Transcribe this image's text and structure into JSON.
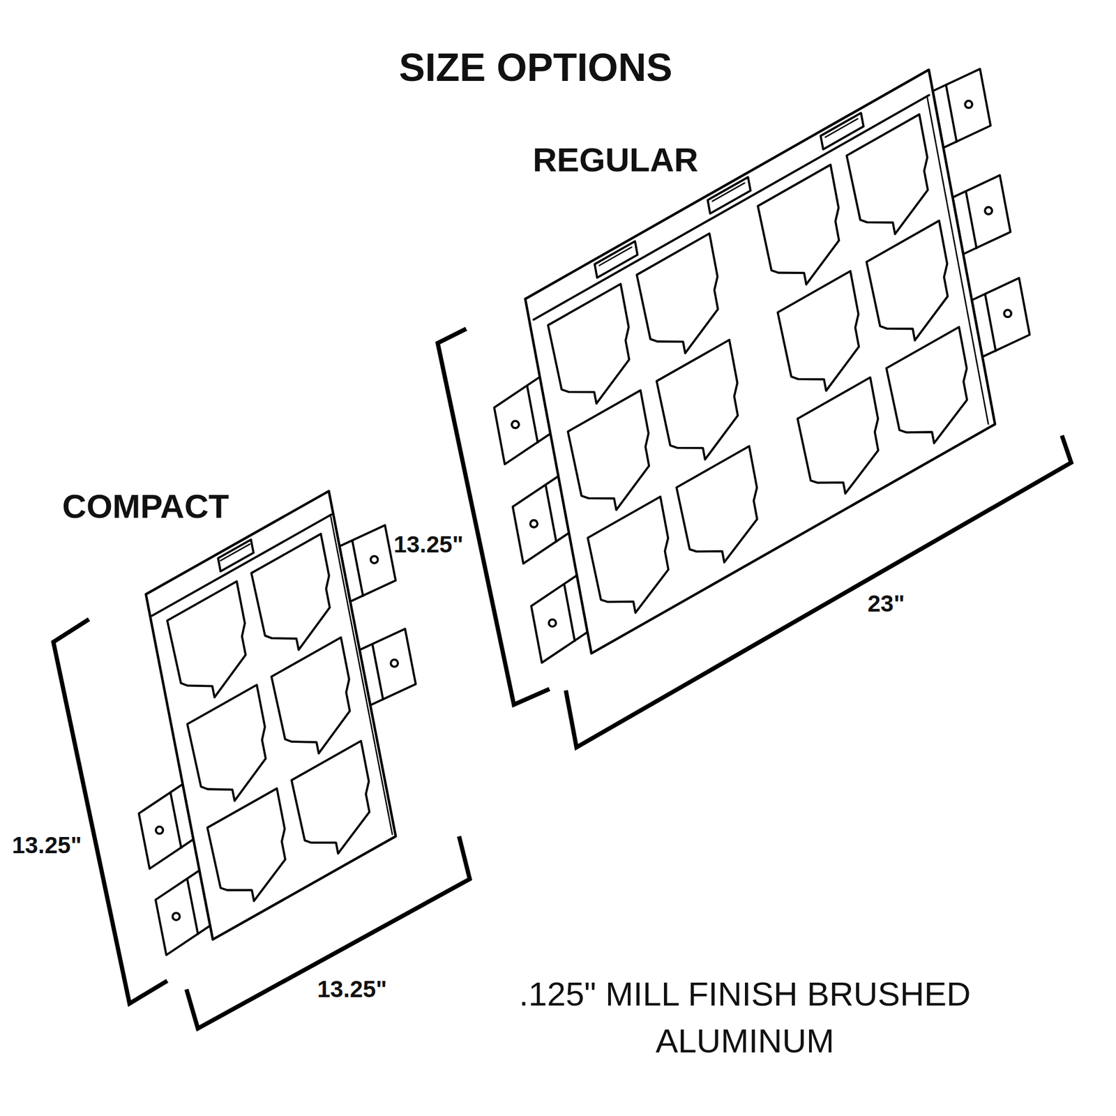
{
  "diagram": {
    "title": "SIZE OPTIONS",
    "caption": ".125\" MILL FINISH BRUSHED ALUMINUM",
    "labels": [
      "REGULAR",
      "COMPACT",
      "13.25\"",
      "23\"",
      "13.25\"",
      "13.25\""
    ]
  }
}
